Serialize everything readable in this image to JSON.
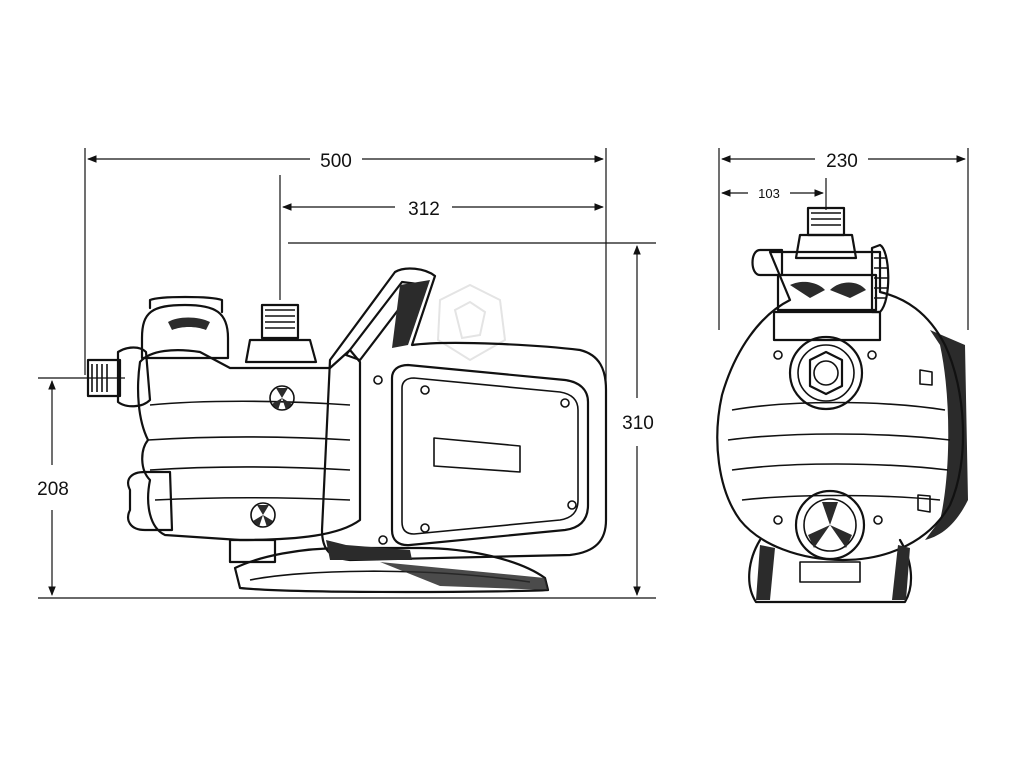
{
  "dimensions": {
    "side_length_total": "500",
    "side_length_partial": "312",
    "side_height_total": "310",
    "side_inlet_height": "208",
    "front_width_total": "230",
    "front_outlet_offset": "103"
  },
  "colors": {
    "line": "#111111",
    "background": "#ffffff",
    "watermark": "#e2e2e2"
  }
}
